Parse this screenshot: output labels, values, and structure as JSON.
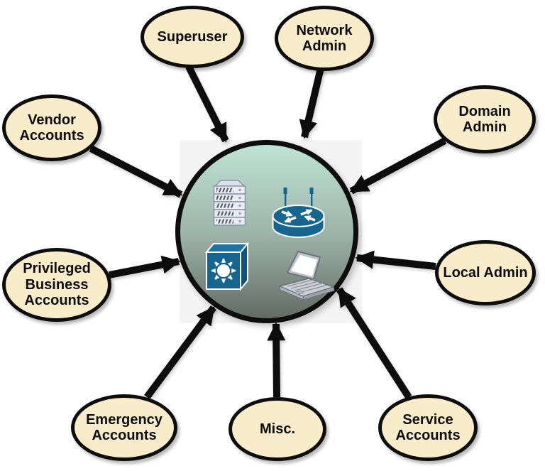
{
  "diagram": {
    "background_color": "#ffffff",
    "node_fill_color": "#f8ecca",
    "node_border_color": "#0d0d0d",
    "arrow_color": "#0d0d0d",
    "hub": {
      "gradient_top_color": "#bee3d6",
      "gradient_bottom_color": "#626b66",
      "icon_blue": "#15658e",
      "icons": [
        {
          "name": "server-icon"
        },
        {
          "name": "wireless-router-icon"
        },
        {
          "name": "network-switch-icon"
        },
        {
          "name": "laptop-icon"
        }
      ]
    },
    "nodes": [
      {
        "id": "superuser",
        "label": "Superuser"
      },
      {
        "id": "network-admin",
        "label": "Network\nAdmin"
      },
      {
        "id": "domain-admin",
        "label": "Domain\nAdmin"
      },
      {
        "id": "vendor-accounts",
        "label": "Vendor\nAccounts"
      },
      {
        "id": "local-admin",
        "label": "Local Admin"
      },
      {
        "id": "privileged-business-accounts",
        "label": "Privileged\nBusiness\nAccounts"
      },
      {
        "id": "emergency-accounts",
        "label": "Emergency\nAccounts"
      },
      {
        "id": "misc",
        "label": "Misc."
      },
      {
        "id": "service-accounts",
        "label": "Service\nAccounts"
      }
    ]
  }
}
